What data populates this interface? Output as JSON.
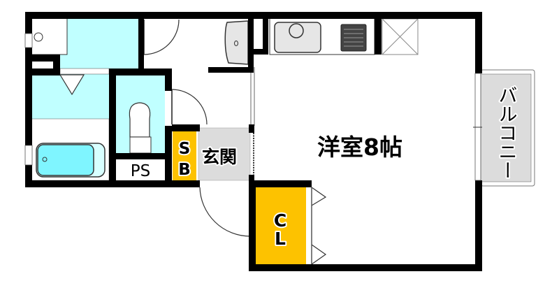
{
  "floorplan": {
    "colors": {
      "wall": "#000000",
      "wet_area": "#c0ffff",
      "bathtub": "#7ff5ff",
      "storage": "#fdc200",
      "entrance": "#dcdcdc",
      "balcony": "#dcdcdc",
      "fixture": "#e6e6e6"
    },
    "rooms": {
      "main_room": {
        "label": "洋室8帖"
      },
      "entrance": {
        "label": "玄関"
      },
      "shoe_box": {
        "label_line1": "S",
        "label_line2": "B"
      },
      "closet": {
        "label_line1": "C",
        "label_line2": "L"
      },
      "pipe_space": {
        "label": "PS"
      },
      "balcony": {
        "label": "バルコニー"
      }
    }
  }
}
